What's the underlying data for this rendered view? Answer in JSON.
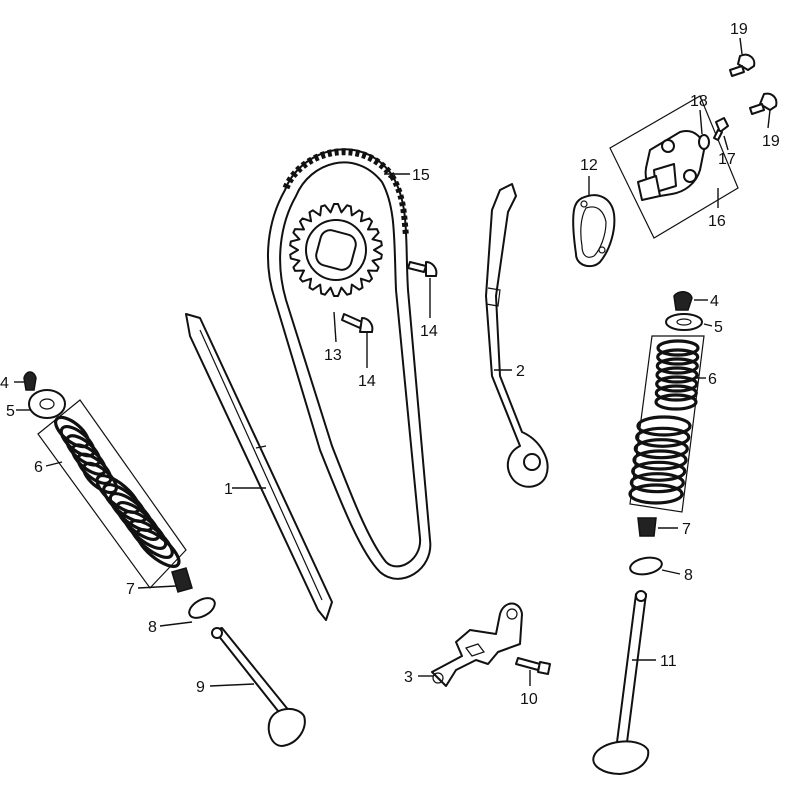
{
  "diagram": {
    "callouts": [
      {
        "id": "c1",
        "label": "1"
      },
      {
        "id": "c2",
        "label": "2"
      },
      {
        "id": "c3",
        "label": "3"
      },
      {
        "id": "c4-left",
        "label": "4"
      },
      {
        "id": "c4-right",
        "label": "4"
      },
      {
        "id": "c5-left",
        "label": "5"
      },
      {
        "id": "c5-right",
        "label": "5"
      },
      {
        "id": "c6-left",
        "label": "6"
      },
      {
        "id": "c6-right",
        "label": "6"
      },
      {
        "id": "c7-left",
        "label": "7"
      },
      {
        "id": "c7-right",
        "label": "7"
      },
      {
        "id": "c8-left",
        "label": "8"
      },
      {
        "id": "c8-right",
        "label": "8"
      },
      {
        "id": "c9",
        "label": "9"
      },
      {
        "id": "c10",
        "label": "10"
      },
      {
        "id": "c11",
        "label": "11"
      },
      {
        "id": "c12",
        "label": "12"
      },
      {
        "id": "c13",
        "label": "13"
      },
      {
        "id": "c14-top",
        "label": "14"
      },
      {
        "id": "c14-bottom",
        "label": "14"
      },
      {
        "id": "c15",
        "label": "15"
      },
      {
        "id": "c16",
        "label": "16"
      },
      {
        "id": "c17",
        "label": "17"
      },
      {
        "id": "c18",
        "label": "18"
      },
      {
        "id": "c19-top",
        "label": "19"
      },
      {
        "id": "c19-right",
        "label": "19"
      }
    ]
  }
}
